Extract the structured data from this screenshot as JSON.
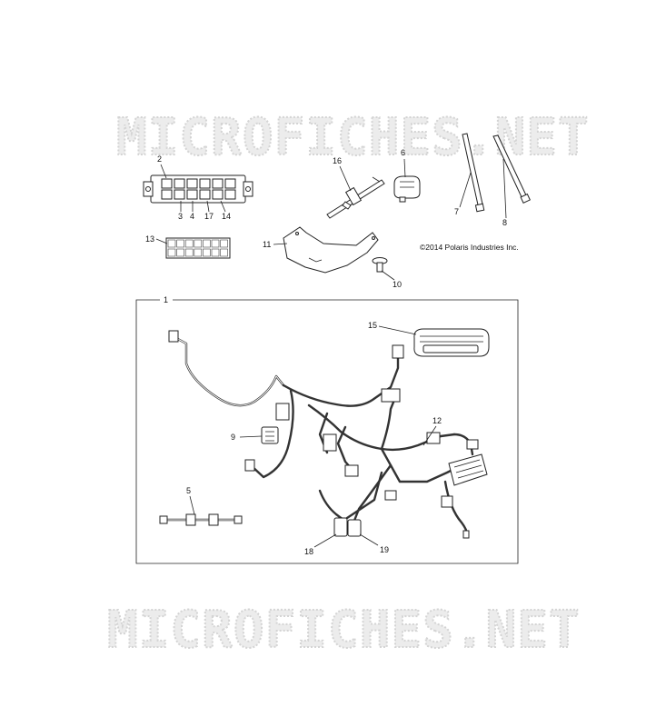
{
  "watermark": {
    "text": "MICROFICHES.NET"
  },
  "copyright": "©2014 Polaris Industries Inc.",
  "callouts": {
    "c1": "1",
    "c2": "2",
    "c3": "3",
    "c4": "4",
    "c5": "5",
    "c6": "6",
    "c7": "7",
    "c8": "8",
    "c9": "9",
    "c10": "10",
    "c11": "11",
    "c12": "12",
    "c13": "13",
    "c14": "14",
    "c15": "15",
    "c16": "16",
    "c17": "17",
    "c18": "18",
    "c19": "19"
  }
}
